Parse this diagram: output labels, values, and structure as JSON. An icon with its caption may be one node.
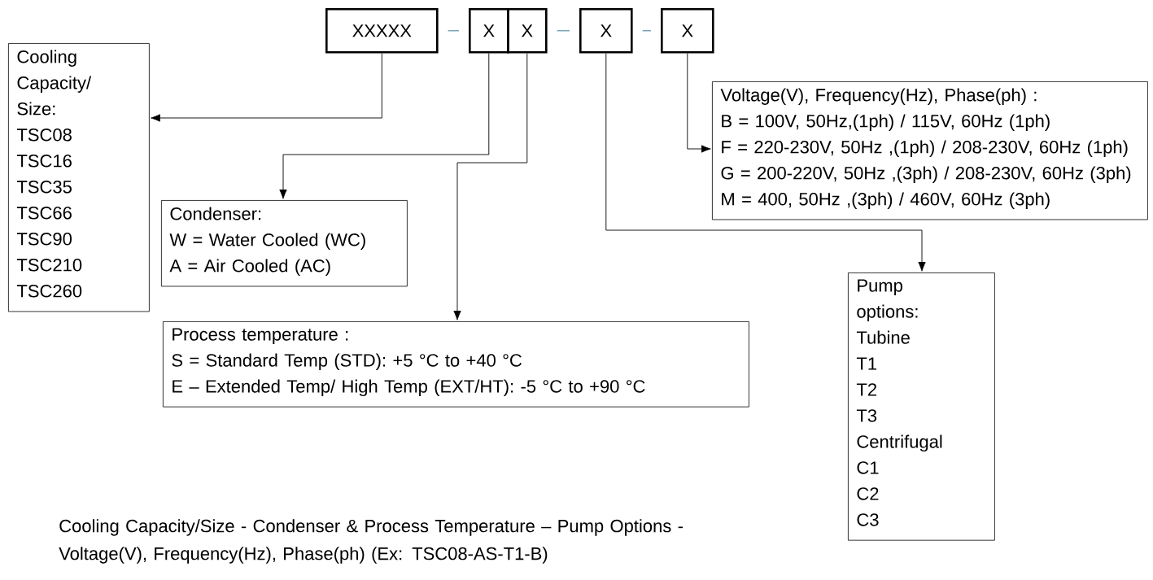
{
  "diagram": {
    "caption": "Cooling Capacity/Size - Condenser & Process Temperature – Pump Options -Voltage(V), Frequency(Hz), Phase(ph) (Ex: TSC08-AS-T1-B)",
    "nodes": [
      {
        "text": [
          "XXXXX"
        ]
      },
      {
        "text": [
          "X"
        ]
      },
      {
        "text": [
          "X"
        ]
      },
      {
        "text": [
          "X"
        ]
      },
      {
        "text": [
          "X"
        ]
      },
      {
        "text": [
          "Cooling Capacity/ Size:",
          "TSC08",
          "TSC16",
          "TSC35",
          "TSC66",
          "TSC90",
          "TSC210",
          "TSC260"
        ]
      },
      {
        "text": [
          "Condenser:",
          "W = Water Cooled (WC)",
          "A = Air Cooled (AC)"
        ]
      },
      {
        "text": [
          "Process temperature :",
          "S = Standard Temp (STD): +5 °C to +40 °C",
          "E – Extended Temp/ High Temp (EXT/HT): -5 °C to +90 °C"
        ]
      },
      {
        "text": [
          "Voltage(V), Frequency(Hz), Phase(ph) :",
          "B = 100V, 50Hz,(1ph) / 115V, 60Hz (1ph)",
          "F = 220-230V, 50Hz ,(1ph) / 208-230V, 60Hz (1ph)",
          "G = 200-220V, 50Hz ,(3ph) / 208-230V, 60Hz (3ph)",
          "M = 400, 50Hz ,(3ph) / 460V, 60Hz (3ph)"
        ]
      },
      {
        "text": [
          "Pump options:",
          "Tubine",
          "T1",
          "T2",
          "T3",
          "Centrifugal",
          "C1",
          "C2",
          "C3"
        ]
      }
    ],
    "edges": [
      {
        "from": 0,
        "to": 1,
        "arrow": "none",
        "color": "#5b8fa8"
      },
      {
        "from": 2,
        "to": 3,
        "arrow": "none",
        "color": "#5b8fa8"
      },
      {
        "from": 3,
        "to": 4,
        "arrow": "none",
        "color": "#5b8fa8"
      },
      {
        "from": 0,
        "to": 5,
        "arrow": "to"
      },
      {
        "from": 1,
        "to": 6,
        "arrow": "to"
      },
      {
        "from": 2,
        "to": 7,
        "arrow": "to"
      },
      {
        "from": 3,
        "to": 9,
        "arrow": "to"
      },
      {
        "from": 4,
        "to": 8,
        "arrow": "to"
      }
    ]
  }
}
